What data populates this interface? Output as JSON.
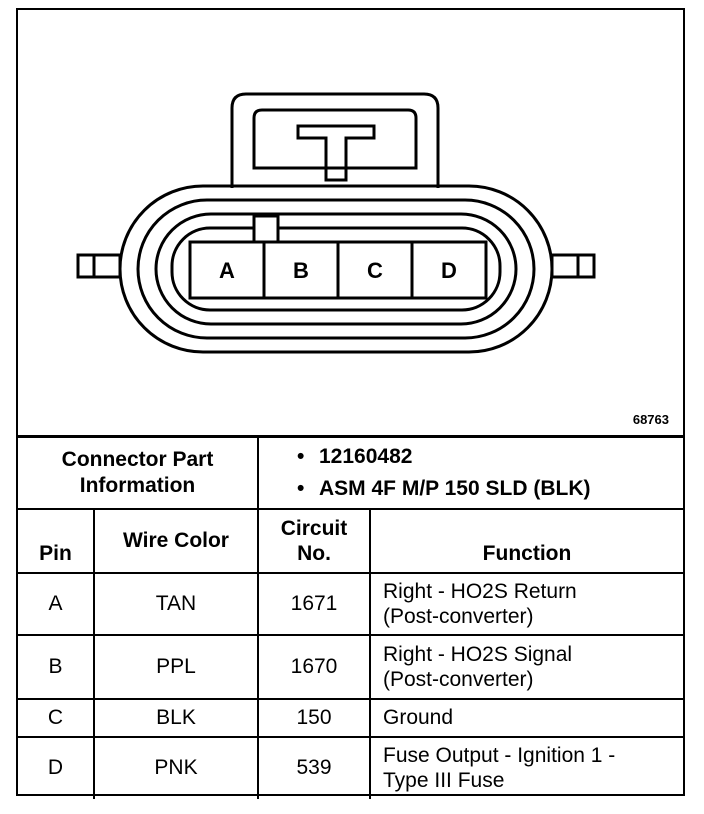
{
  "figure": {
    "number": "68763",
    "pins": [
      "A",
      "B",
      "C",
      "D"
    ]
  },
  "connector_info": {
    "label_line1": "Connector Part",
    "label_line2": "Information",
    "items": [
      "12160482",
      "ASM 4F M/P 150 SLD (BLK)"
    ]
  },
  "table": {
    "headers": {
      "pin": "Pin",
      "wire_color": "Wire Color",
      "circuit_line1": "Circuit",
      "circuit_line2": "No.",
      "function": "Function"
    },
    "rows": [
      {
        "pin": "A",
        "wire": "TAN",
        "circuit": "1671",
        "func1": "Right - HO2S Return",
        "func2": "(Post-converter)"
      },
      {
        "pin": "B",
        "wire": "PPL",
        "circuit": "1670",
        "func1": "Right - HO2S Signal",
        "func2": "(Post-converter)"
      },
      {
        "pin": "C",
        "wire": "BLK",
        "circuit": "150",
        "func1": "Ground",
        "func2": ""
      },
      {
        "pin": "D",
        "wire": "PNK",
        "circuit": "539",
        "func1": "Fuse Output - Ignition 1 -",
        "func2": "Type III Fuse"
      }
    ]
  }
}
